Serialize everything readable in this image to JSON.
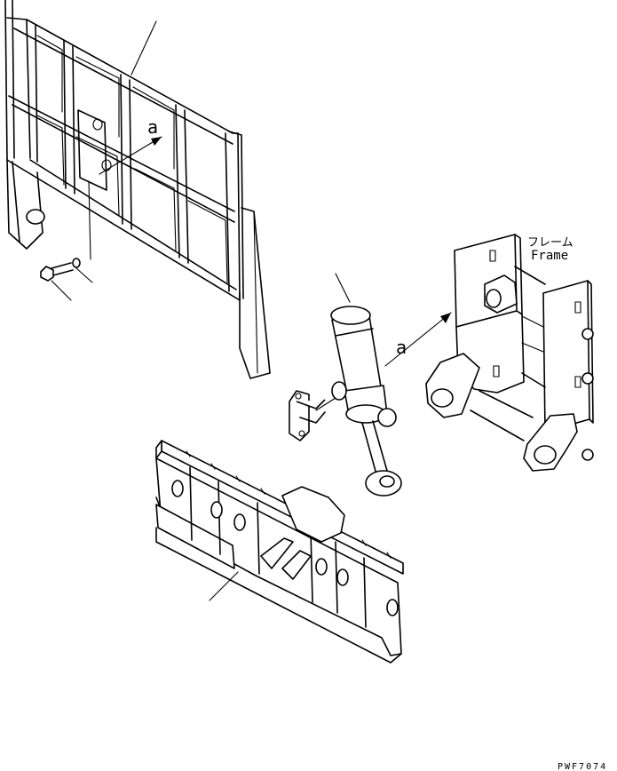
{
  "labels": {
    "frame_jp": "フレーム",
    "frame_en": "Frame",
    "arrow_a_left": "a",
    "arrow_a_right": "a",
    "drawing_code": "PWF7074"
  },
  "colors": {
    "line": "#000000",
    "background": "#ffffff"
  }
}
